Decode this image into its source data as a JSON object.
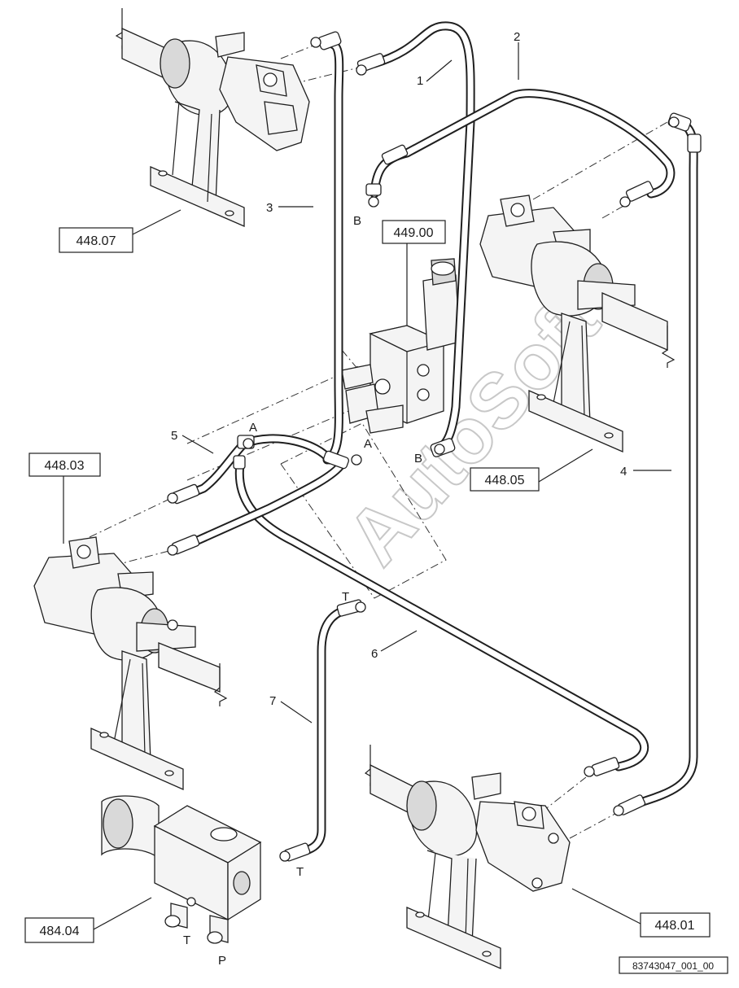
{
  "items": {
    "i1": "1",
    "i2": "2",
    "i3": "3",
    "i4": "4",
    "i5": "5",
    "i6": "6",
    "i7": "7"
  },
  "refs": {
    "r44807": "448.07",
    "r44900": "449.00",
    "r44803": "448.03",
    "r44805": "448.05",
    "r44801": "448.01",
    "r48404": "484.04"
  },
  "ports": {
    "b_top": "B",
    "a_left": "A",
    "a_valve": "A",
    "b_valve": "B",
    "t_hose": "T",
    "t_bottom": "T",
    "t_block": "T",
    "p_block": "P"
  },
  "watermark": "AutoSoft",
  "drawing_code": "83743047_001_00"
}
